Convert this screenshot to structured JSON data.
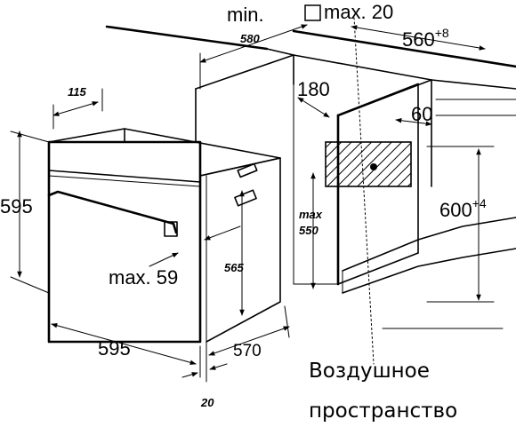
{
  "labels": {
    "min": "min.",
    "min_value": "580",
    "max20": "max. 20",
    "width_niche": "560",
    "width_niche_tol": "+8",
    "d115": "115",
    "d180": "180",
    "d60": "60",
    "d595_height": "595",
    "max_label": "max",
    "max_value": "550",
    "height_niche": "600",
    "height_niche_tol": "+4",
    "d565": "565",
    "max59": "max. 59",
    "d595_width": "595",
    "d570": "570",
    "d20": "20",
    "air_line1": "Воздушное",
    "air_line2": "пространство"
  }
}
